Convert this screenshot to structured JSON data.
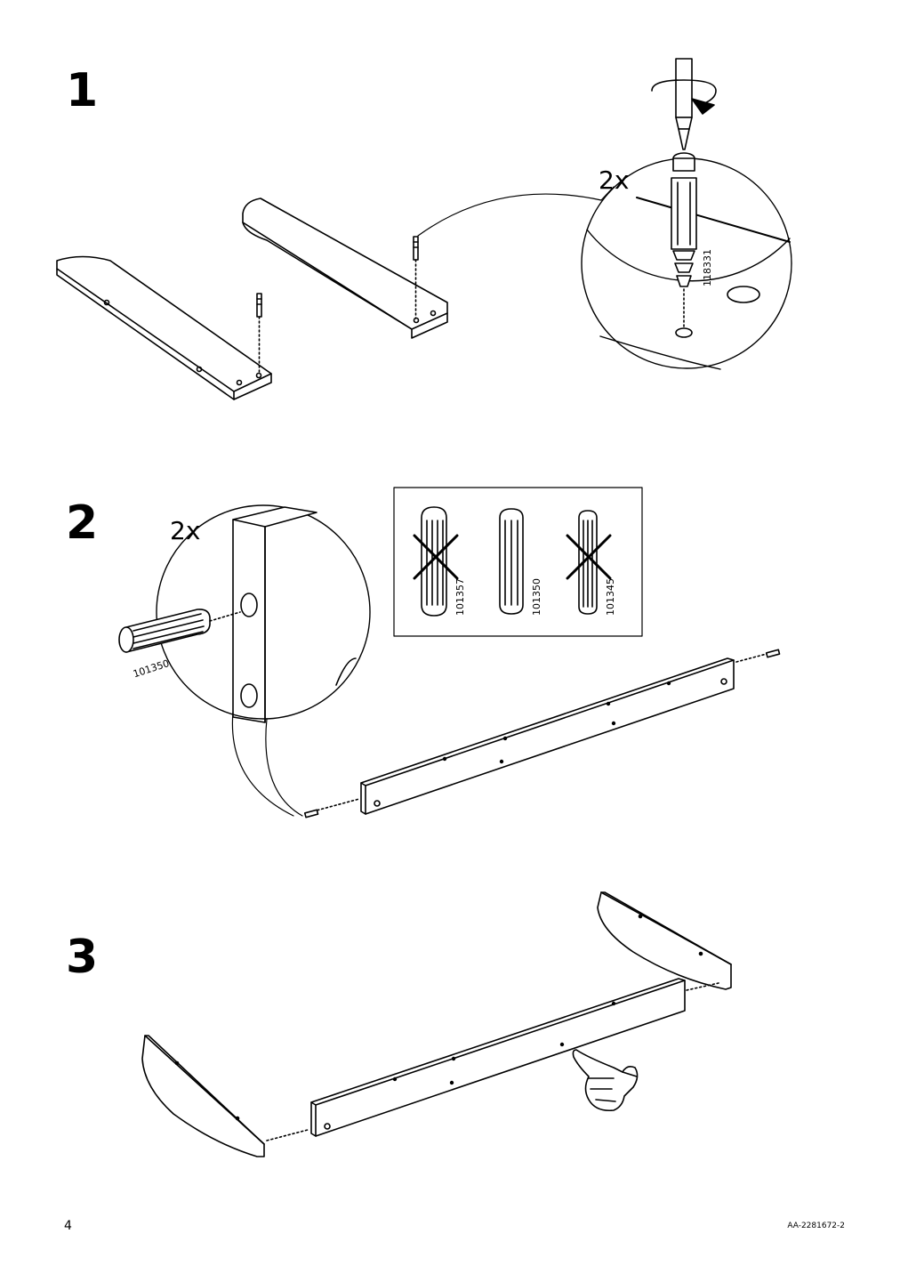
{
  "page_number": "4",
  "document_code": "AA-2281672-2",
  "steps": [
    {
      "number": "1",
      "quantity": "2x",
      "part_code": "118331"
    },
    {
      "number": "2",
      "quantity": "2x",
      "part_code": "101350",
      "dowel_options": [
        {
          "code": "101357",
          "allowed": false
        },
        {
          "code": "101350",
          "allowed": true
        },
        {
          "code": "101345",
          "allowed": false
        }
      ]
    },
    {
      "number": "3"
    }
  ]
}
